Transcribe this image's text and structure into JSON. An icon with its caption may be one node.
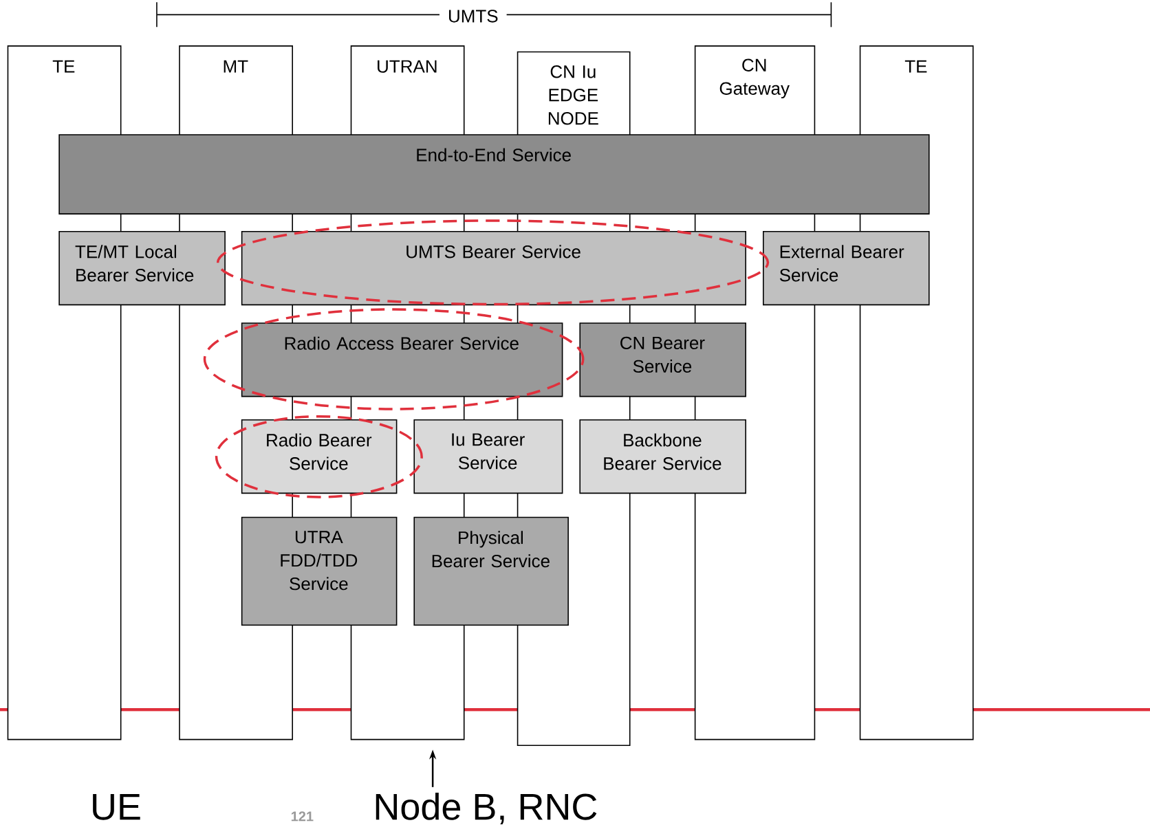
{
  "diagram": {
    "nodes": [
      {
        "text": [
          "TE"
        ]
      },
      {
        "text": [
          "MT"
        ]
      },
      {
        "text": [
          "UTRAN"
        ]
      },
      {
        "text": [
          "CN Iu EDGE NODE"
        ]
      },
      {
        "text": [
          "CN Gateway"
        ]
      },
      {
        "text": [
          "TE"
        ]
      },
      {
        "text": [
          "End-to-End Service"
        ]
      },
      {
        "text": [
          "TE/MT Local Bearer Service"
        ]
      },
      {
        "text": [
          "UMTS Bearer Service"
        ]
      },
      {
        "text": [
          "External Bearer Service"
        ]
      },
      {
        "text": [
          "Radio Access Bearer Service"
        ]
      },
      {
        "text": [
          "CN Bearer Service"
        ]
      },
      {
        "text": [
          "Radio Bearer Service"
        ]
      },
      {
        "text": [
          "Iu Bearer Service"
        ]
      },
      {
        "text": [
          "Backbone Bearer Service"
        ]
      },
      {
        "text": [
          "UTRA FDD/TDD Service"
        ]
      },
      {
        "text": [
          "Physical Bearer Service"
        ]
      },
      {
        "text": [
          "Node B, RNC"
        ]
      }
    ],
    "edges": [
      {
        "from": 17,
        "to": 2,
        "arrow": "to"
      }
    ],
    "labels": [
      "UMTS",
      "UE",
      "121"
    ]
  }
}
